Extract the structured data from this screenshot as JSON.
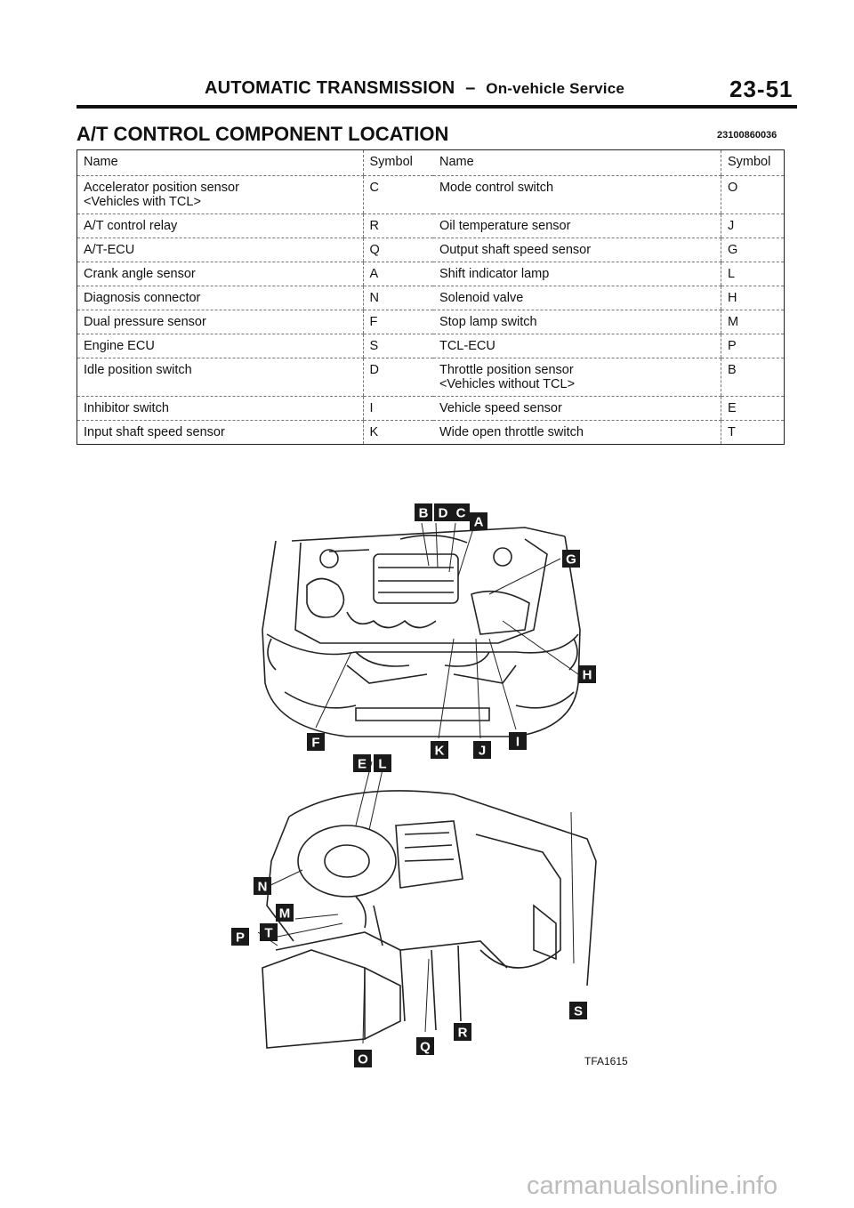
{
  "header": {
    "title": "AUTOMATIC TRANSMISSION",
    "separator": "–",
    "subtitle": "On-vehicle Service",
    "page_number": "23-51"
  },
  "section": {
    "title": "A/T CONTROL COMPONENT LOCATION",
    "code": "23100860036"
  },
  "table": {
    "headers": [
      "Name",
      "Symbol",
      "Name",
      "Symbol"
    ],
    "rows": [
      {
        "name1": "Accelerator position sensor",
        "name1b": "<Vehicles with TCL>",
        "sym1": "C",
        "name2": "Mode control switch",
        "name2b": "",
        "sym2": "O"
      },
      {
        "name1": "A/T control relay",
        "name1b": "",
        "sym1": "R",
        "name2": "Oil temperature sensor",
        "name2b": "",
        "sym2": "J"
      },
      {
        "name1": "A/T-ECU",
        "name1b": "",
        "sym1": "Q",
        "name2": "Output shaft speed sensor",
        "name2b": "",
        "sym2": "G"
      },
      {
        "name1": "Crank angle sensor",
        "name1b": "",
        "sym1": "A",
        "name2": "Shift indicator lamp",
        "name2b": "",
        "sym2": "L"
      },
      {
        "name1": "Diagnosis connector",
        "name1b": "",
        "sym1": "N",
        "name2": "Solenoid valve",
        "name2b": "",
        "sym2": "H"
      },
      {
        "name1": "Dual pressure sensor",
        "name1b": "",
        "sym1": "F",
        "name2": "Stop lamp switch",
        "name2b": "",
        "sym2": "M"
      },
      {
        "name1": "Engine ECU",
        "name1b": "",
        "sym1": "S",
        "name2": "TCL-ECU",
        "name2b": "",
        "sym2": "P"
      },
      {
        "name1": "Idle position switch",
        "name1b": "",
        "sym1": "D",
        "name2": "Throttle position sensor",
        "name2b": "<Vehicles without TCL>",
        "sym2": "B"
      },
      {
        "name1": "Inhibitor switch",
        "name1b": "",
        "sym1": "I",
        "name2": "Vehicle speed sensor",
        "name2b": "",
        "sym2": "E"
      },
      {
        "name1": "Input shaft speed sensor",
        "name1b": "",
        "sym1": "K",
        "name2": "Wide open throttle switch",
        "name2b": "",
        "sym2": "T"
      }
    ]
  },
  "diagram": {
    "engine_labels": [
      "B",
      "D",
      "C",
      "A",
      "G",
      "H",
      "F",
      "K",
      "J",
      "I"
    ],
    "dash_labels": [
      "E",
      "L",
      "N",
      "M",
      "P",
      "T",
      "S",
      "R",
      "Q",
      "O"
    ],
    "figure_code": "TFA1615"
  },
  "watermark": "carmanualsonline.info"
}
